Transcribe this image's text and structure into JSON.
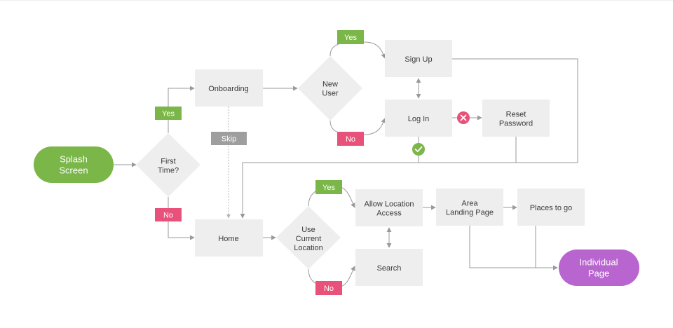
{
  "colors": {
    "green": "#7ab648",
    "pink": "#e8517a",
    "purple": "#b865cf",
    "box": "#eeeeee",
    "gray_badge": "#9e9e9e",
    "edge": "#9a9a9a",
    "text": "#3a3a3a"
  },
  "nodes": {
    "splash": [
      "Splash",
      "Screen"
    ],
    "first_time": [
      "First",
      "Time?"
    ],
    "onboarding": [
      "Onboarding"
    ],
    "new_user": [
      "New",
      "User"
    ],
    "sign_up": [
      "Sign Up"
    ],
    "log_in": [
      "Log In"
    ],
    "reset_password": [
      "Reset",
      "Password"
    ],
    "home": [
      "Home"
    ],
    "use_location": [
      "Use",
      "Current",
      "Location"
    ],
    "allow_location": [
      "Allow Location",
      "Access"
    ],
    "search": [
      "Search"
    ],
    "area_landing": [
      "Area",
      "Landing Page"
    ],
    "places": [
      "Places to go"
    ],
    "individual": [
      "Individual",
      "Page"
    ]
  },
  "badges": {
    "yes_first": "Yes",
    "no_first": "No",
    "skip": "Skip",
    "yes_new_user": "Yes",
    "no_new_user": "No",
    "yes_location": "Yes",
    "no_location": "No"
  },
  "icons": {
    "login_fail": "x-circle-icon",
    "login_success": "check-circle-icon"
  }
}
